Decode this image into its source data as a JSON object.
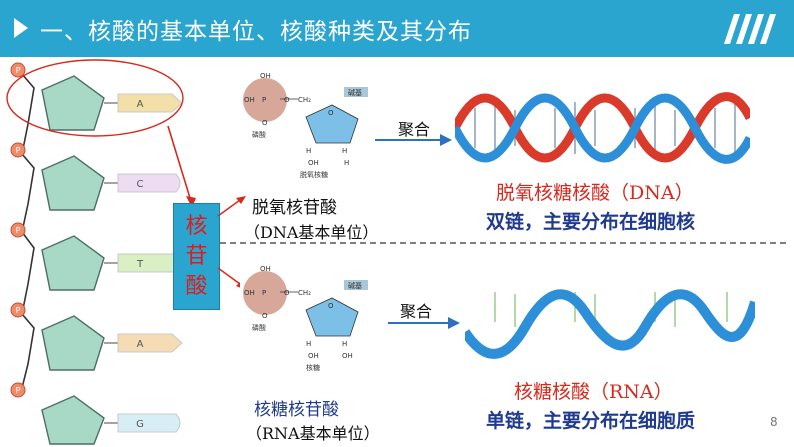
{
  "header": {
    "title": "一、核酸的基本单位、核酸种类及其分布",
    "bg_color": "#2aa5cf"
  },
  "left_strand": {
    "phosphate_label": "P",
    "bases": [
      "A",
      "C",
      "T",
      "A",
      "G"
    ],
    "base_colors": [
      "#f3e0a8",
      "#eedcf2",
      "#d8f0c4",
      "#f6dcb4",
      "#d8eef6"
    ]
  },
  "center_box": {
    "chars": [
      "核",
      "苷",
      "酸"
    ]
  },
  "dna_panel": {
    "polymer_label": "聚合",
    "nucleotide_name": "脱氧核苷酸",
    "nucleotide_unit": "（DNA基本单位）",
    "acid_name": "脱氧核糖核酸（DNA）",
    "acid_distribution": "双链，主要分布在细胞核",
    "diagram": {
      "phosphate": "磷酸",
      "sugar": "脱氧核糖",
      "base": "碱基",
      "oh": "OH",
      "o": "O",
      "h": "H",
      "p": "P",
      "ch2": "CH₂"
    }
  },
  "rna_panel": {
    "polymer_label": "聚合",
    "nucleotide_name": "核糖核苷酸",
    "nucleotide_unit": "（RNA基本单位）",
    "acid_name": "核糖核酸（RNA）",
    "acid_distribution": "单链，主要分布在细胞质",
    "diagram": {
      "phosphate": "磷酸",
      "sugar": "核糖",
      "base": "碱基",
      "oh": "OH",
      "o": "O",
      "h": "H",
      "p": "P",
      "ch2": "CH₂"
    }
  },
  "colors": {
    "accent_red": "#d9281c",
    "text_blue": "#1f3a8f",
    "helix_red": "#d93a2a",
    "helix_blue": "#2d8fd8"
  },
  "page_number": "8"
}
